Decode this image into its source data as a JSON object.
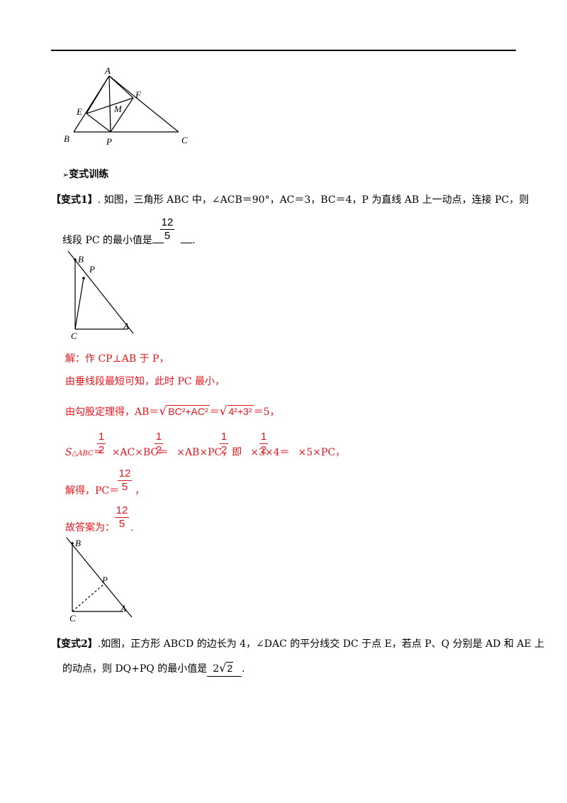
{
  "figure1": {
    "labels": {
      "A": "A",
      "B": "B",
      "C": "C",
      "E": "E",
      "F": "F",
      "M": "M",
      "P": "P"
    }
  },
  "section_heading": "变式训练",
  "variant1": {
    "tag": "【变式1】",
    "question_line1": ". 如图，三角形 ABC 中，∠ACB＝90°，AC＝3，BC＝4，P 为直线 AB 上一动点，连接 PC，则",
    "question_line2_prefix": "线段 PC 的最小值是",
    "answer_fraction": {
      "numerator": "12",
      "denominator": "5"
    },
    "question_line2_suffix": ".",
    "figure_labels": {
      "B": "B",
      "P": "P",
      "C": "C",
      "A": "A"
    },
    "solution": {
      "line1": "解：作 CP⊥AB 于 P，",
      "line2": "由垂线段最短可知，此时 PC 最小，",
      "line3_prefix": "由勾股定理得，AB＝",
      "line3_root1": "BC²+AC²",
      "line3_eq": "＝",
      "line3_root2": "4²+3²",
      "line3_suffix": "＝5，",
      "line4_s": "S",
      "line4_sub": "△ABC",
      "line4_eq": "＝",
      "half": {
        "numerator": "1",
        "denominator": "2"
      },
      "line4_part1": "×AC×BC＝",
      "line4_part2": "×AB×PC，即",
      "line4_part3": "×3×4＝",
      "line4_part4": "×5×PC，",
      "line5_prefix": "解得，PC＝",
      "line5_suffix": "，",
      "line6_prefix": "故答案为：",
      "line6_suffix": "."
    },
    "figure2_labels": {
      "B": "B",
      "P": "P",
      "C": "C",
      "A": "A"
    }
  },
  "variant2": {
    "tag": "【变式2】",
    "question_line1": ".如图，正方形 ABCD 的边长为 4，∠DAC 的平分线交 DC 于点 E，若点 P、Q 分别是 AD 和 AE 上",
    "question_line2_prefix": "的动点，则 DQ+PQ 的最小值是",
    "answer_coef": "2",
    "answer_radicand": "2",
    "question_line2_suffix": "."
  }
}
